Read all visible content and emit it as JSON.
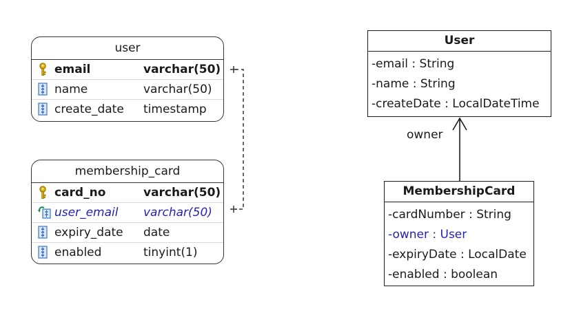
{
  "er_tables": [
    {
      "name": "user",
      "columns": [
        {
          "name": "email",
          "type": "varchar(50)",
          "key": "primary"
        },
        {
          "name": "name",
          "type": "varchar(50)",
          "key": "none"
        },
        {
          "name": "create_date",
          "type": "timestamp",
          "key": "none"
        }
      ]
    },
    {
      "name": "membership_card",
      "columns": [
        {
          "name": "card_no",
          "type": "varchar(50)",
          "key": "primary"
        },
        {
          "name": "user_email",
          "type": "varchar(50)",
          "key": "foreign"
        },
        {
          "name": "expiry_date",
          "type": "date",
          "key": "none"
        },
        {
          "name": "enabled",
          "type": "tinyint(1)",
          "key": "none"
        }
      ]
    }
  ],
  "relationship": {
    "from": "membership_card.user_email",
    "to": "user.email",
    "style": "dashed"
  },
  "uml_classes": [
    {
      "name": "User",
      "attributes": [
        "-email : String",
        "-name : String",
        "-createDate : LocalDateTime"
      ]
    },
    {
      "name": "MembershipCard",
      "attributes": [
        "-cardNumber : String",
        "-owner : User",
        "-expiryDate : LocalDate",
        "-enabled : boolean"
      ]
    }
  ],
  "association": {
    "from": "MembershipCard",
    "to": "User",
    "label": "owner",
    "arrow": "open"
  },
  "colors": {
    "border": "#333333",
    "foreign_key": "#2323b0",
    "key_icon": "#e0b000",
    "column_icon": "#3a74c8"
  },
  "icons": {
    "primary": "key-icon",
    "foreign": "foreign-key-icon",
    "column": "column-icon"
  }
}
